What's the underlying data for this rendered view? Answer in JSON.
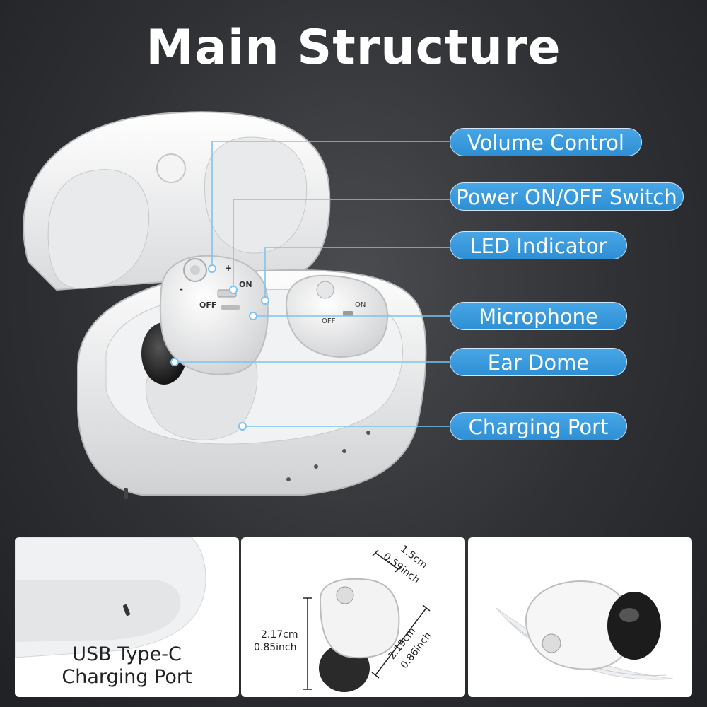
{
  "title": "Main Structure",
  "callouts": [
    {
      "label": "Volume Control"
    },
    {
      "label": "Power ON/OFF Switch"
    },
    {
      "label": "LED Indicator"
    },
    {
      "label": "Microphone"
    },
    {
      "label": "Ear Dome"
    },
    {
      "label": "Charging Port"
    }
  ],
  "device_markings": {
    "off": "OFF",
    "on": "ON",
    "plus": "+",
    "minus": "-"
  },
  "panels": {
    "usb": {
      "line1": "USB Type-C",
      "line2": "Charging Port"
    },
    "dimensions": {
      "depth_cm": "1.5cm",
      "depth_in": "0.59inch",
      "height_cm": "2.17cm",
      "height_in": "0.85inch",
      "length_cm": "2.19cm",
      "length_in": "0.86inch"
    }
  },
  "colors": {
    "accent": "#2f8fd5",
    "background": "#2e3034"
  }
}
